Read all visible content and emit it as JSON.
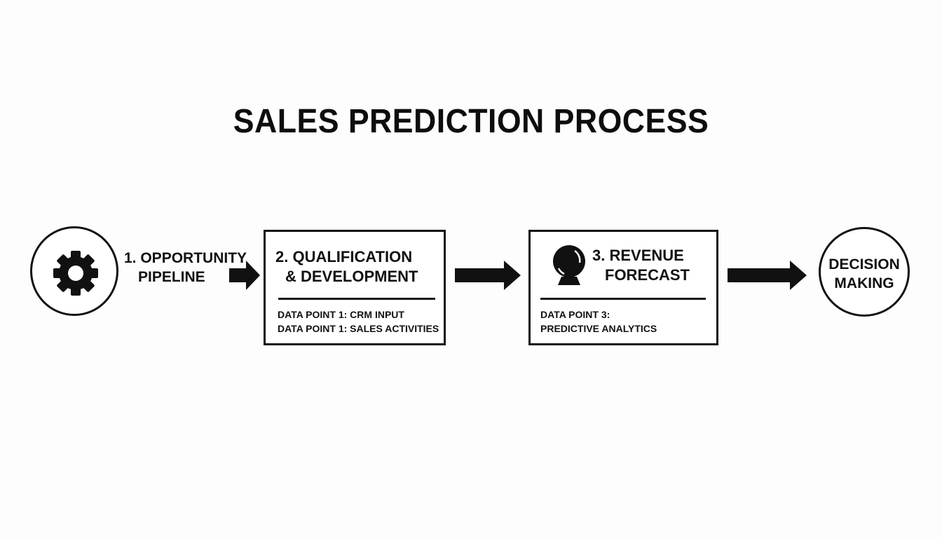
{
  "title": "SALES PREDICTION PROCESS",
  "stages": [
    {
      "id": 1,
      "label_line1": "1. OPPORTUNITY",
      "label_line2": "PIPELINE",
      "icon": "gear-icon"
    },
    {
      "id": 2,
      "title_line1": "2. QUALIFICATION",
      "title_line2": "& DEVELOPMENT",
      "data_points": [
        "DATA POINT 1: CRM INPUT",
        "DATA POINT 1: SALES ACTIVITIES"
      ]
    },
    {
      "id": 3,
      "title_line1": "3. REVENUE",
      "title_line2": "FORECAST",
      "icon": "crystal-ball-icon",
      "data_points": [
        "DATA POINT 3:",
        "PREDICTIVE ANALYTICS"
      ]
    },
    {
      "id": 4,
      "label_line1": "DECISION",
      "label_line2": "MAKING"
    }
  ],
  "colors": {
    "stroke": "#111111",
    "background": "#fdfdfd"
  }
}
